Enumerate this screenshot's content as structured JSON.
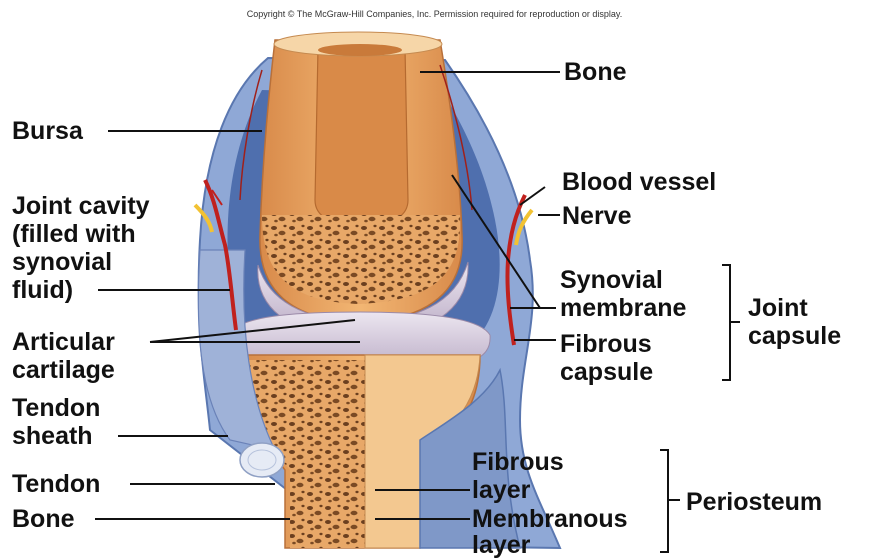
{
  "copyright": "Copyright © The McGraw-Hill Companies, Inc. Permission required for reproduction or display.",
  "labels": {
    "bone_top": "Bone",
    "bursa": "Bursa",
    "blood_vessel": "Blood vessel",
    "nerve": "Nerve",
    "joint_cavity": [
      "Joint cavity",
      "(filled with",
      "synovial",
      "fluid)"
    ],
    "synovial_membrane": [
      "Synovial",
      "membrane"
    ],
    "joint_capsule": [
      "Joint",
      "capsule"
    ],
    "articular_cartilage": [
      "Articular",
      "cartilage"
    ],
    "fibrous_capsule": [
      "Fibrous",
      "capsule"
    ],
    "tendon_sheath": [
      "Tendon",
      "sheath"
    ],
    "tendon": "Tendon",
    "bone_bottom": "Bone",
    "fibrous_layer": [
      "Fibrous",
      "layer"
    ],
    "membranous_layer": [
      "Membranous",
      "layer"
    ],
    "periosteum": "Periosteum"
  },
  "colors": {
    "bone": "#e9a565",
    "bone_shadow": "#c9783e",
    "marrow": "#7a4a24",
    "cartilage": "#d9cfe0",
    "capsule_blue": "#8fa8d6",
    "capsule_inner": "#3f5f9e",
    "blood_vessel": "#c0211e",
    "nerve": "#f2c233",
    "tendon": "#c8d2e6"
  }
}
